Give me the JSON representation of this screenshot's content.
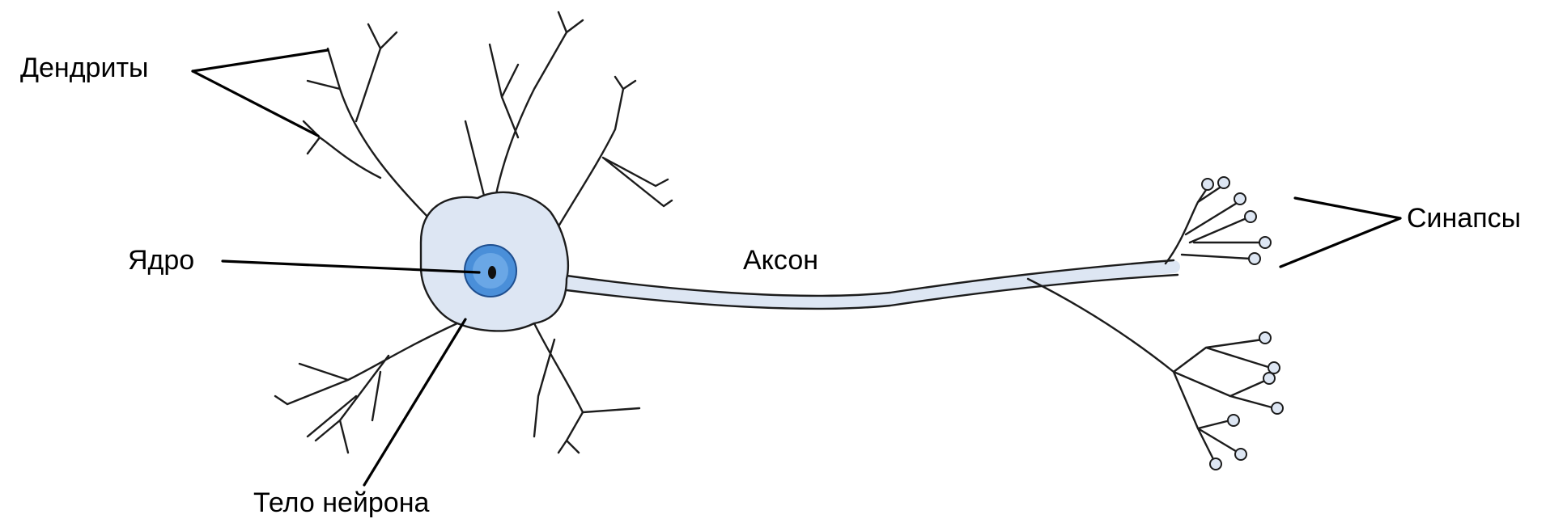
{
  "labels": {
    "dendrites": "Дендриты",
    "nucleus": "Ядро",
    "axon": "Аксон",
    "synapses": "Синапсы",
    "body": "Тело нейрона"
  },
  "colors": {
    "cytoplasm": "#dde6f3",
    "nucleus": "#4a8fd9",
    "outline": "#1c1c1c"
  }
}
